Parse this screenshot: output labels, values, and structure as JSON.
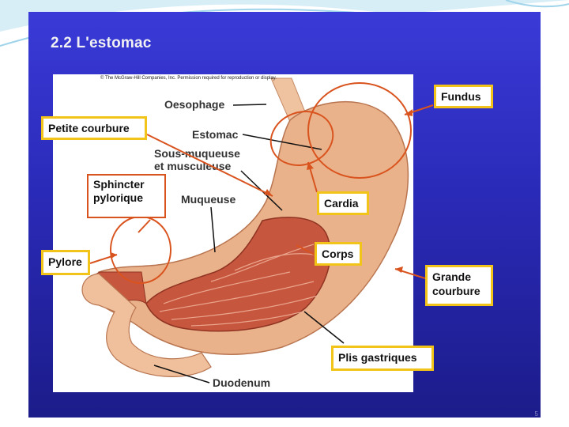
{
  "slide": {
    "title": "2.2 L'estomac",
    "copyright": "© The McGraw-Hill Companies, Inc. Permission required for reproduction or display.",
    "page_number": "5"
  },
  "labels": {
    "oesophage": "Oesophage",
    "estomac": "Estomac",
    "sous_muqueuse_1": "Sous-muqueuse",
    "sous_muqueuse_2": "et musculeuse",
    "muqueuse": "Muqueuse",
    "duodenum": "Duodenum"
  },
  "callouts": {
    "fundus": "Fundus",
    "petite_courbure": "Petite courbure",
    "cardia": "Cardia",
    "sphincter_1": "Sphincter",
    "sphincter_2": "pylorique",
    "pylore": "Pylore",
    "corps": "Corps",
    "grande_courbure_1": "Grande",
    "grande_courbure_2": "courbure",
    "plis_gastriques": "Plis gastriques"
  },
  "colors": {
    "panel_blue": "#2a2ab8",
    "callout_yellow": "#f2c318",
    "callout_orange": "#d9531e",
    "stomach_tissue": "#e8a77a"
  }
}
